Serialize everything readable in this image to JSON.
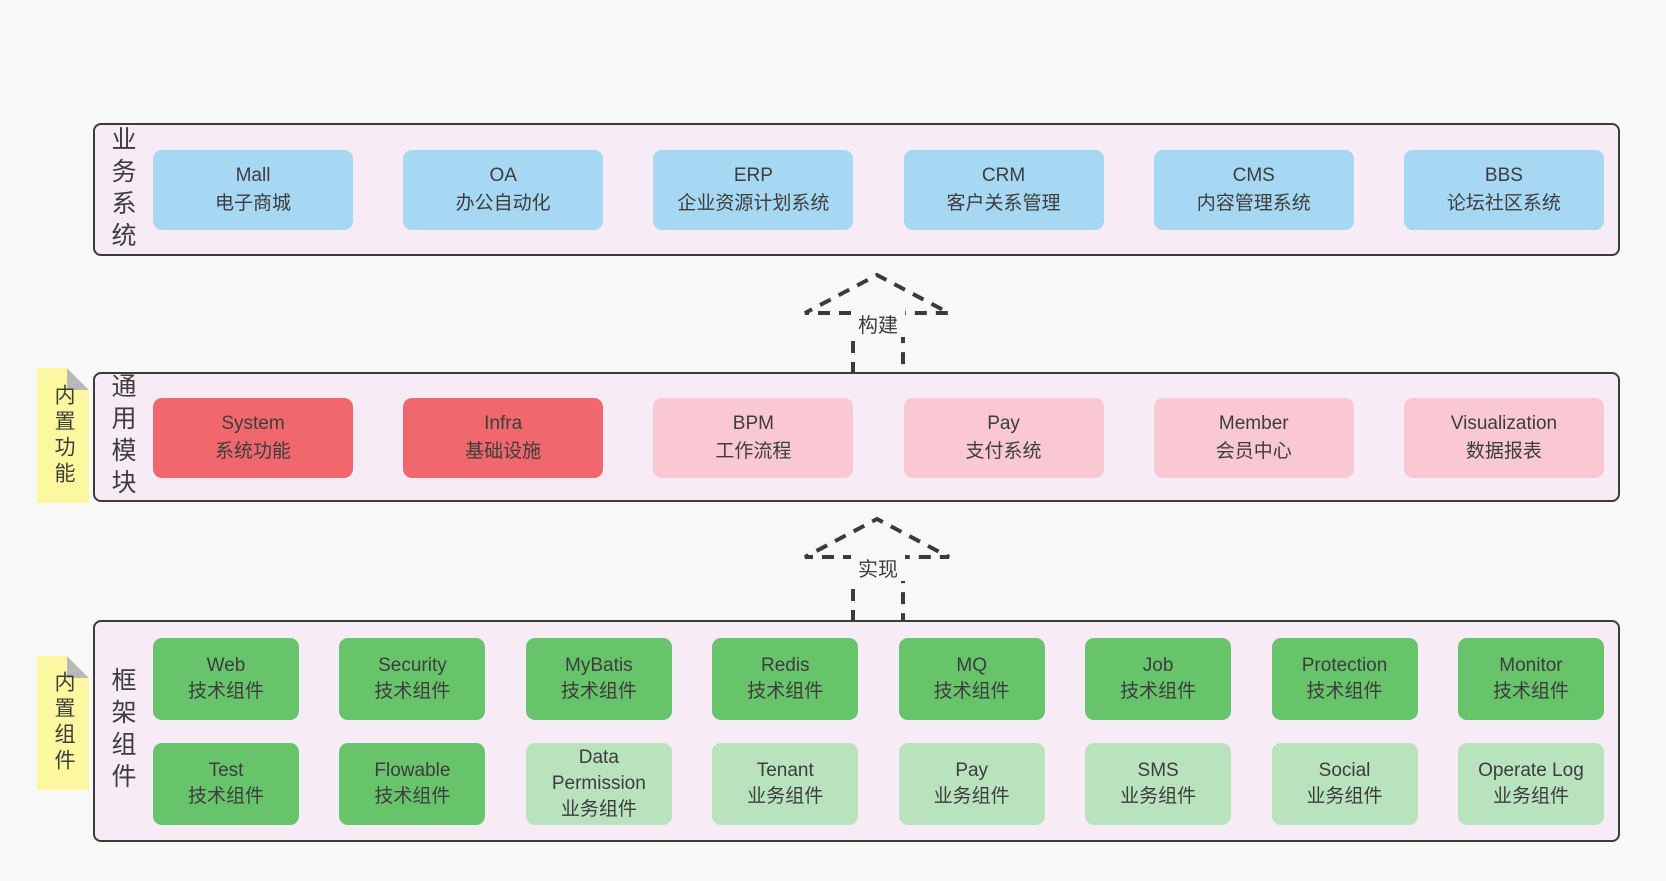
{
  "colors": {
    "page_bg": "#f8f8f8",
    "panel_bg": "#f7ecf5",
    "panel_border": "#3b3b3b",
    "text": "#3d3d3d",
    "blue": "#a6d7f3",
    "red": "#f0686d",
    "pink": "#f9c8d2",
    "green": "#67c46b",
    "green_light": "#b8e3bd",
    "sticky_yellow": "#fbf8a0",
    "sticky_fold_gray": "#b9b9b9"
  },
  "arrows": [
    {
      "label": "构建"
    },
    {
      "label": "实现"
    }
  ],
  "layers": [
    {
      "label": "业务系统",
      "boxes": [
        {
          "en": "Mall",
          "zh": "电子商城"
        },
        {
          "en": "OA",
          "zh": "办公自动化"
        },
        {
          "en": "ERP",
          "zh": "企业资源计划系统"
        },
        {
          "en": "CRM",
          "zh": "客户关系管理"
        },
        {
          "en": "CMS",
          "zh": "内容管理系统"
        },
        {
          "en": "BBS",
          "zh": "论坛社区系统"
        }
      ]
    },
    {
      "label": "通用模块",
      "sticky": "内置功能",
      "boxes": [
        {
          "en": "System",
          "zh": "系统功能"
        },
        {
          "en": "Infra",
          "zh": "基础设施"
        },
        {
          "en": "BPM",
          "zh": "工作流程"
        },
        {
          "en": "Pay",
          "zh": "支付系统"
        },
        {
          "en": "Member",
          "zh": "会员中心"
        },
        {
          "en": "Visualization",
          "zh": "数据报表"
        }
      ]
    },
    {
      "label": "框架组件",
      "sticky": "内置组件",
      "rows": [
        [
          {
            "en": "Web",
            "zh": "技术组件"
          },
          {
            "en": "Security",
            "zh": "技术组件"
          },
          {
            "en": "MyBatis",
            "zh": "技术组件"
          },
          {
            "en": "Redis",
            "zh": "技术组件"
          },
          {
            "en": "MQ",
            "zh": "技术组件"
          },
          {
            "en": "Job",
            "zh": "技术组件"
          },
          {
            "en": "Protection",
            "zh": "技术组件"
          },
          {
            "en": "Monitor",
            "zh": "技术组件"
          }
        ],
        [
          {
            "en": "Test",
            "zh": "技术组件"
          },
          {
            "en": "Flowable",
            "zh": "技术组件"
          },
          {
            "en": "Data Permission",
            "zh": "业务组件"
          },
          {
            "en": "Tenant",
            "zh": "业务组件"
          },
          {
            "en": "Pay",
            "zh": "业务组件"
          },
          {
            "en": "SMS",
            "zh": "业务组件"
          },
          {
            "en": "Social",
            "zh": "业务组件"
          },
          {
            "en": "Operate Log",
            "zh": "业务组件"
          }
        ]
      ]
    }
  ]
}
